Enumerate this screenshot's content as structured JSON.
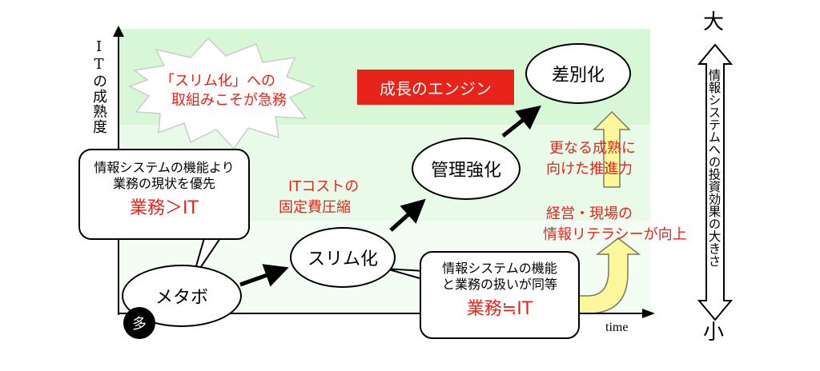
{
  "y_axis_label": "ITの成熟度",
  "x_axis_label": "time",
  "scale": {
    "top": "大",
    "bottom": "小",
    "small_badge": "多",
    "label": "情報システムへの投資効果の大きさ"
  },
  "burst": {
    "line1": "「スリム化」への",
    "line2": "取組みこそが急務"
  },
  "engine_label": "成長のエンジン",
  "stages": {
    "metabo": "メタボ",
    "slim": "スリム化",
    "management": "管理強化",
    "differentiation": "差別化"
  },
  "bubble_left": {
    "line1": "情報システムの機能より",
    "line2": "業務の現状を優先",
    "emphasis": "業務＞IT"
  },
  "bubble_right": {
    "line1": "情報システムの機能",
    "line2": "と業務の扱いが同等",
    "emphasis": "業務≒IT"
  },
  "cost_note": {
    "line1": "ITコストの",
    "line2": "固定費圧縮"
  },
  "maturity_note": {
    "line1": "更なる成熟に",
    "line2": "向けた推進力"
  },
  "literacy_note": {
    "line1": "経営・現場の",
    "line2": "情報リテラシーが向上"
  },
  "colors": {
    "band_top": "#d7f7d7",
    "band_mid": "#e9fae9",
    "band_low": "#f4fdf4",
    "accent_red": "#e8231a",
    "arrow_yellow": "#fbf79a"
  }
}
